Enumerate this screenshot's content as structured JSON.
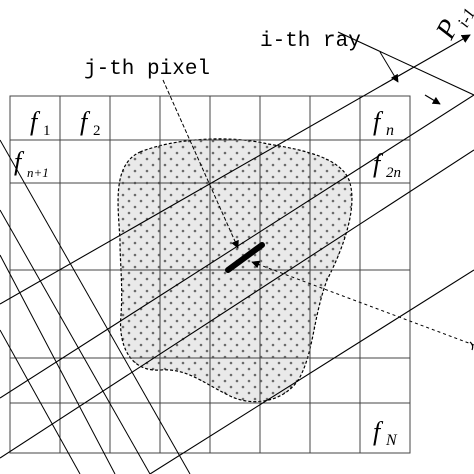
{
  "labels": {
    "pixel": "j-th pixel",
    "ray": "i-th ray",
    "projection_symbol": "P",
    "projection_subscript": "i-1"
  },
  "cells": {
    "f1": {
      "base": "f",
      "sub": "1"
    },
    "f2": {
      "base": "f",
      "sub": "2"
    },
    "fn": {
      "base": "f",
      "sub": "n"
    },
    "fn1": {
      "base": "f",
      "sub": "n+1"
    },
    "f2n": {
      "base": "f",
      "sub": "2n"
    },
    "fN": {
      "base": "f",
      "sub": "N"
    }
  },
  "colors": {
    "line": "#000000",
    "grid": "#444444",
    "object_fill": "#e6e6e6",
    "dots": "#6b6b6b"
  }
}
